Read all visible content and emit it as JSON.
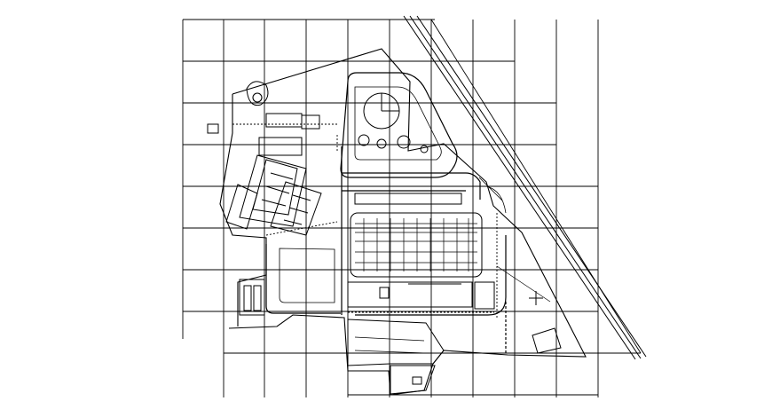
{
  "drawing": {
    "background": "#ffffff",
    "line_color": "#000000",
    "grid": true,
    "elements": [
      "reference-grid",
      "site-boundary",
      "railway-tracks",
      "circular-plaza",
      "parking-lot",
      "angled-buildings",
      "internal-roads",
      "lower-annex",
      "left-structure"
    ]
  }
}
